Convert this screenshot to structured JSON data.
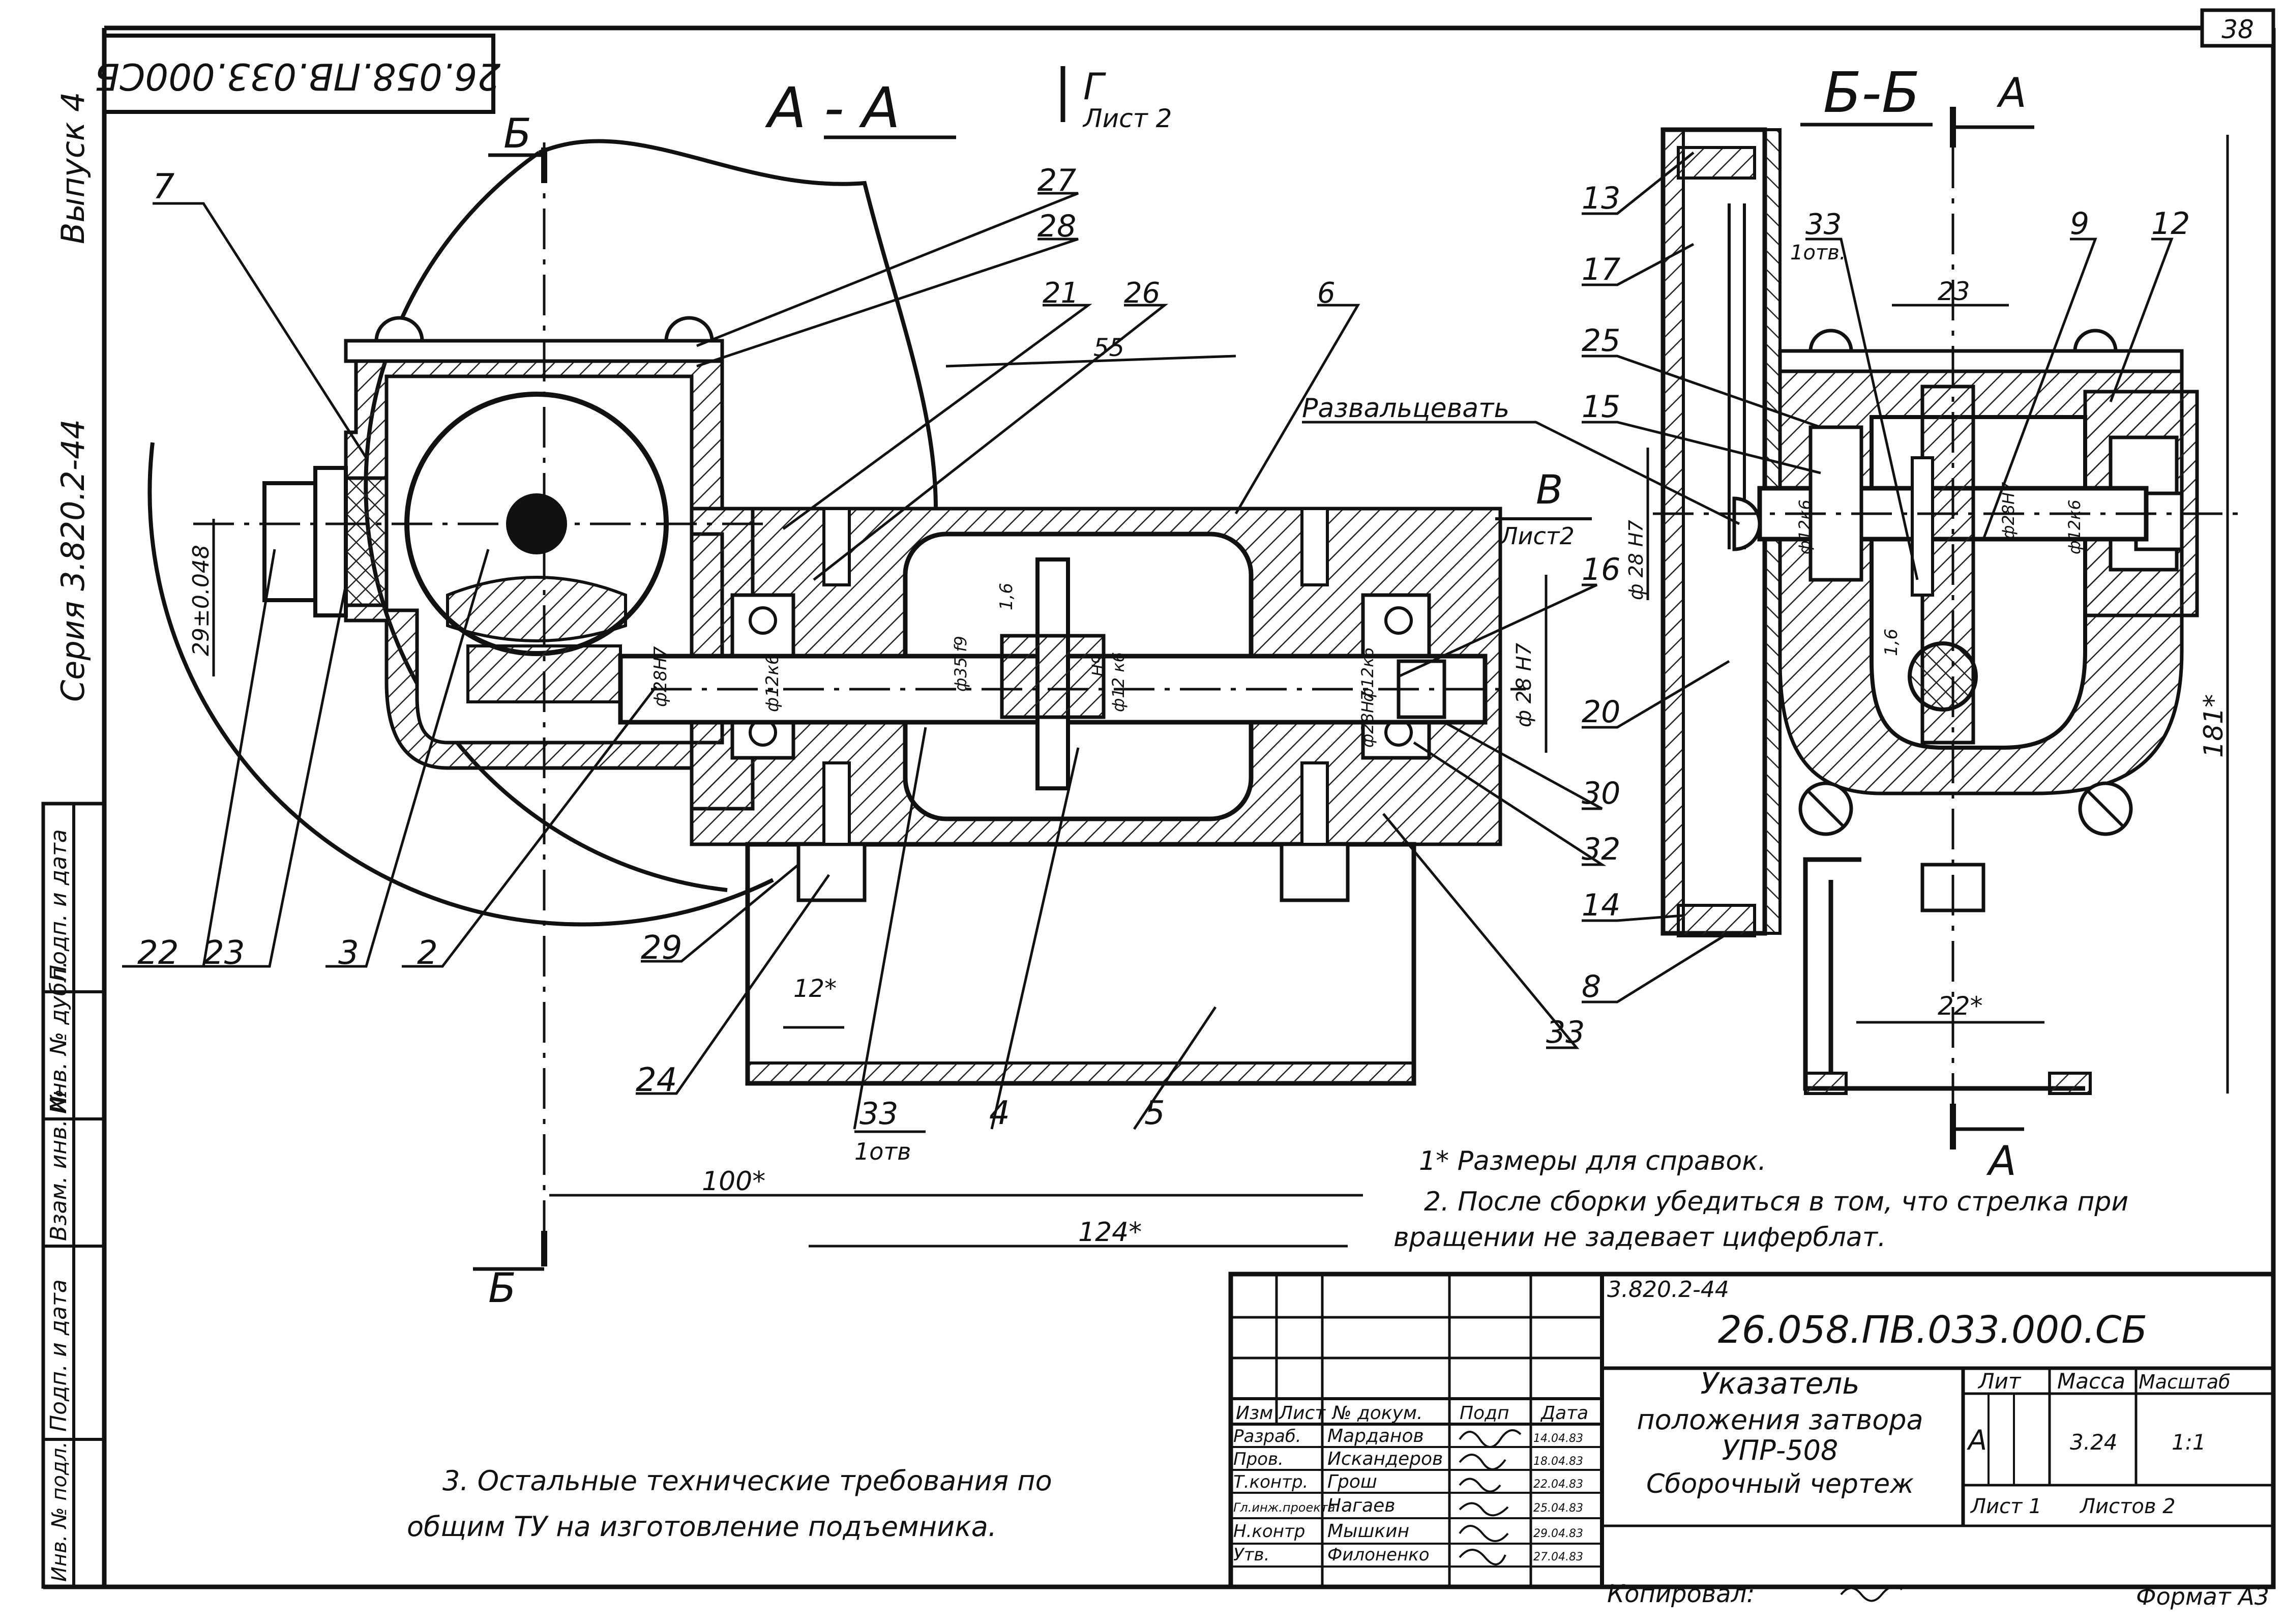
{
  "sheet_number": "38",
  "doc_code_rotated": "26.058.ПВ.033.000СБ",
  "margin_labels": {
    "issue": "Выпуск 4",
    "series": "Серия 3.820.2-44",
    "stamp_fields": [
      "Подп. и дата",
      "Инв. № дубл.",
      "Взам. инв. №",
      "Подп. и дата",
      "Инв. № подл."
    ]
  },
  "views": {
    "section_aa": "А - А",
    "section_bb": "Б-Б",
    "arrow_g": "Г",
    "arrow_g_sheet": "Лист 2",
    "view_v": "В",
    "view_v_sheet": "Лист2",
    "cut_b_top": "Б",
    "cut_b_bottom": "Б",
    "cut_a_top": "А",
    "cut_a_bottom": "А"
  },
  "callouts_left": [
    "7",
    "27",
    "28",
    "21",
    "26",
    "6",
    "22",
    "23",
    "3",
    "2",
    "29",
    "24",
    "33",
    "1отв",
    "4",
    "5"
  ],
  "callouts_right": [
    "13",
    "17",
    "33",
    "1отв.",
    "9",
    "12",
    "25",
    "15",
    "16",
    "20",
    "30",
    "32",
    "14",
    "8",
    "33"
  ],
  "notes_inline": {
    "razvaltsevat": "Развальцевать"
  },
  "dimensions": {
    "d55": "55",
    "d29": "29±0.048",
    "d28h7_left": "ф28Н7",
    "d12k6_left": "ф12к6",
    "d35f9": "ф35 f9",
    "d12h9": "Н9",
    "d12f9": "ф12 к6",
    "d16": "1,6",
    "d28h7_mid": "ф28Н7",
    "d12k6_mid": "ф12к6",
    "d28h7_right": "ф 28 Н7",
    "d100": "100*",
    "d124": "124*",
    "d12": "12*",
    "d23": "23",
    "d28h7_bb": "ф 28 Н7",
    "d12k6_bb": "ф12к6",
    "d28h7_bb2": "ф28Н7",
    "d12k6_bb2": "ф12к6",
    "d16_bb": "1,6",
    "d181": "181*",
    "d22": "22*"
  },
  "notes": [
    "1* Размеры для справок.",
    "2. После сборки убедиться в том, что стрелка при",
    "вращении не задевает циферблат.",
    "3. Остальные технические требования по",
    "общим ТУ на изготовление подъемника."
  ],
  "title_block": {
    "series": "3.820.2-44",
    "doc_number": "26.058.ПВ.033.000.СБ",
    "name_lines": [
      "Указатель",
      "положения затвора",
      "УПР-508",
      "Сборочный чертеж"
    ],
    "headers": [
      "Изм",
      "Лист",
      "№ докум.",
      "Подп",
      "Дата"
    ],
    "rows": [
      {
        "role": "Разраб.",
        "name": "Марданов",
        "date": "14.04.83"
      },
      {
        "role": "Пров.",
        "name": "Искандеров",
        "date": "18.04.83"
      },
      {
        "role": "Т.контр.",
        "name": "Грош",
        "date": "22.04.83"
      },
      {
        "role": "Гл.инж.проекта",
        "name": "Нагаев",
        "date": "25.04.83"
      },
      {
        "role": "Н.контр",
        "name": "Мышкин",
        "date": "29.04.83"
      },
      {
        "role": "Утв.",
        "name": "Филоненко",
        "date": "27.04.83"
      }
    ],
    "lit_header": "Лит",
    "mass_header": "Масса",
    "scale_header": "Масштаб",
    "lit": "А",
    "mass": "3.24",
    "scale": "1:1",
    "sheet": "Лист 1",
    "sheets": "Листов 2"
  },
  "footer": {
    "copied": "Копировал:",
    "format": "Формат А3"
  }
}
